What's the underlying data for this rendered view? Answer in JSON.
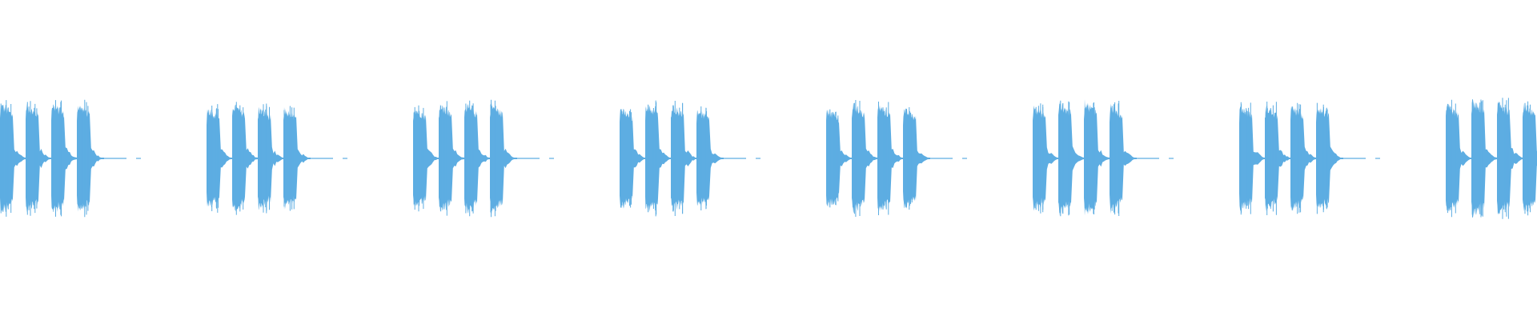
{
  "waveform": {
    "color": "#5dade2",
    "background": "#ffffff",
    "description_role": "audio-waveform",
    "groups": [
      {
        "bursts": [
          1.0,
          0.98,
          1.02,
          1.0
        ],
        "trailing_dash": true
      },
      {
        "bursts": [
          0.93,
          1.0,
          0.94,
          0.91
        ],
        "trailing_dash": true
      },
      {
        "bursts": [
          0.95,
          0.99,
          1.0,
          1.01
        ],
        "trailing_dash": true
      },
      {
        "bursts": [
          0.92,
          1.0,
          0.99,
          0.9
        ],
        "trailing_dash": true
      },
      {
        "bursts": [
          0.9,
          1.0,
          0.99,
          0.92
        ],
        "trailing_dash": true
      },
      {
        "bursts": [
          0.97,
          1.03,
          1.05,
          0.98
        ],
        "trailing_dash": true
      },
      {
        "bursts": [
          0.98,
          0.97,
          0.96,
          0.97
        ],
        "trailing_dash": true
      },
      {
        "bursts": [
          1.0,
          1.06,
          1.04,
          0.99
        ],
        "trailing_dash": false
      }
    ]
  }
}
